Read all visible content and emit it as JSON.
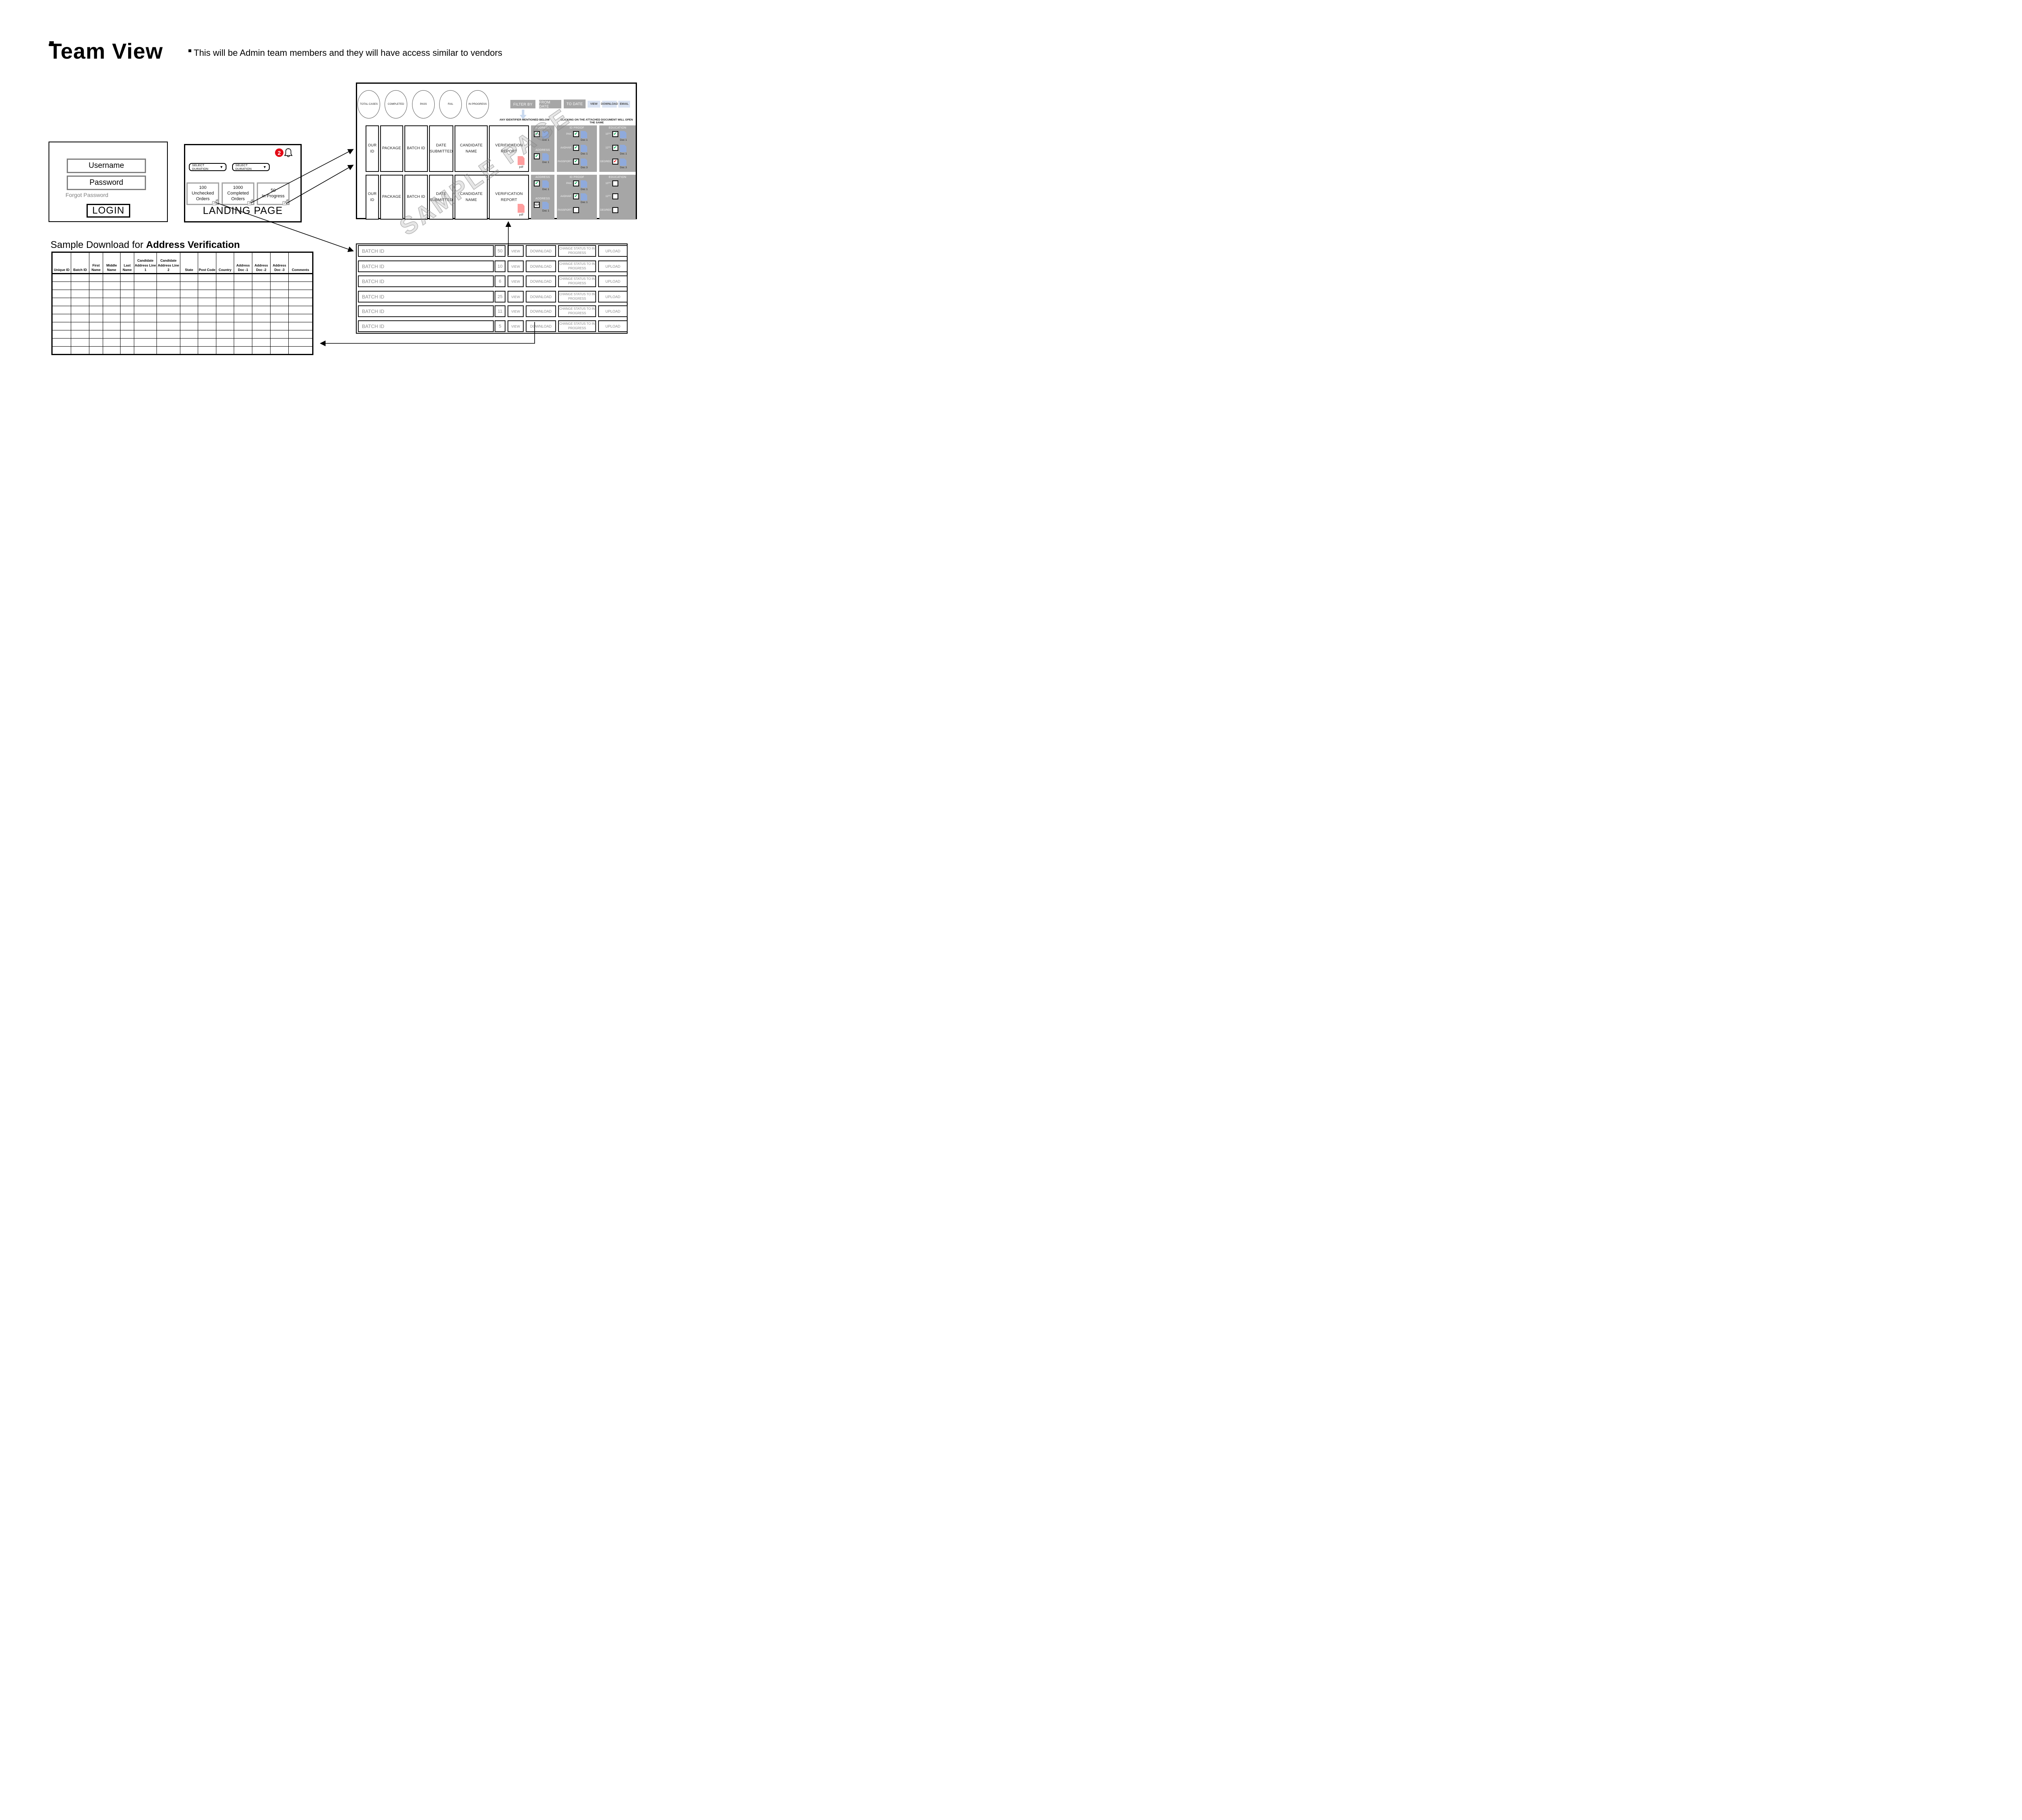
{
  "header": {
    "bullet": "",
    "title": "Team View",
    "subtitle": "This will be Admin team members and they will have access similar to vendors"
  },
  "login": {
    "username": "Username",
    "password": "Password",
    "forgot": "Forgot Password",
    "button": "LOGIN"
  },
  "landing": {
    "badge": "2",
    "caret": "▼",
    "duration1": "SELECT DURATION",
    "duration2": "SELECT DURATION",
    "cards": [
      [
        "100",
        "Unchecked",
        "Orders"
      ],
      [
        "1000",
        "Completed",
        "Orders"
      ],
      [
        "50",
        "In Progress"
      ]
    ],
    "caption": "LANDING PAGE"
  },
  "dashboard": {
    "circles": [
      "TOTAL CASES",
      "COMPLETED",
      "PASS",
      "FAIL",
      "IN PROGRESS"
    ],
    "filter_by": "FILTER BY",
    "from_date": "FROM DATE",
    "to_date": "TO DATE",
    "view": "VIEW",
    "download": "DOWNLOAD",
    "email": "EMAIL",
    "note_left": "ANY IDENTIFIER MENTIONED BELOW",
    "note_right": "CLICKING ON THE ATTACHED DOCUMENT WILL OPEN THE SAME",
    "watermark": "SAMPLE PAGE",
    "columns": [
      "OUR ID",
      "PACKAGE",
      "BATCH ID",
      "DATE SUBMITTED",
      "CANDIDATE NAME",
      "VERIFICATION REPORT"
    ],
    "pdf_label": "pdf",
    "check": "✔",
    "address_label": "ADDRESS",
    "idproof_label": "ID PROOF",
    "education_label": "EDUCATION",
    "row1": {
      "address": [
        {
          "doc": "Doc 1"
        },
        {
          "doc": "Doc 1"
        }
      ],
      "idproof": [
        {
          "name": "PAN",
          "doc": "Doc 1"
        },
        {
          "name": "AADHAR",
          "doc": "Doc 1"
        },
        {
          "name": "PASSPORT",
          "doc": "Doc 3"
        }
      ],
      "education": [
        {
          "name": "10ᵀᴴ",
          "doc": "Doc 1"
        },
        {
          "name": "12ᵀᴴ",
          "doc": "Doc 1"
        },
        {
          "name": "DEGREE",
          "doc": "Doc 3"
        }
      ]
    },
    "row2": {
      "address_na": "N/A",
      "address": [
        {
          "doc": "Doc 1"
        },
        {
          "doc": "Doc 1"
        }
      ],
      "idproof": [
        {
          "name": "PAN",
          "doc": "Doc 1"
        },
        {
          "name": "AADHAR",
          "doc": "Doc 1"
        },
        {
          "name": "PASSPORT"
        }
      ],
      "education": [
        {
          "name": "10ᵀᴴ"
        },
        {
          "name": "12ᵀᴴ"
        },
        {
          "name": "DEGREE"
        }
      ]
    }
  },
  "batches": {
    "field": "BATCH ID",
    "counts": [
      "50",
      "10",
      "6",
      "25",
      "11",
      "5"
    ],
    "view": "VIEW",
    "download": "DOWNLOAD",
    "change_status": "CHANGE STATUS TO IN PROGRESS",
    "upload": "UPLOAD"
  },
  "sample": {
    "title_prefix": "Sample Download for ",
    "title_bold": "Address Verification",
    "headers": [
      "Unique ID",
      "Batch ID",
      "First Name",
      "Middle Name",
      "Last Name",
      "Candidate Address Line 1",
      "Candidate Address Line 2",
      "State",
      "Post Code",
      "Country",
      "Address Doc -1",
      "Address Doc -2",
      "Address Doc -3",
      "Comments"
    ],
    "empty_rows": 10
  }
}
